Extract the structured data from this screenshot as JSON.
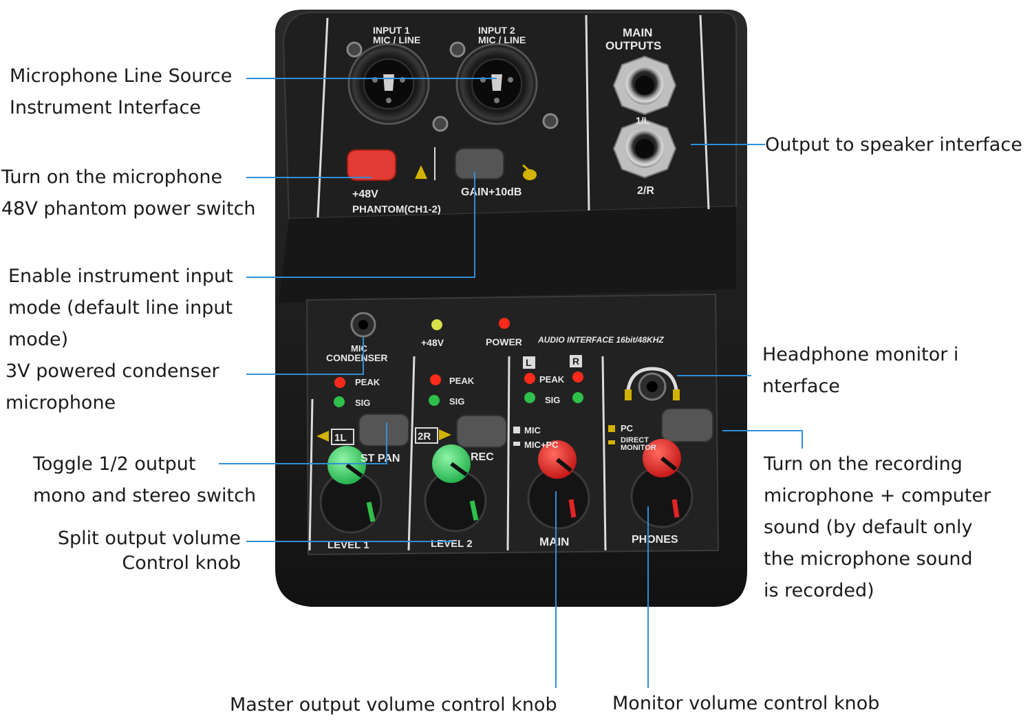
{
  "annotations": {
    "mic_line_source": [
      "Microphone Line Source",
      "Instrument Interface"
    ],
    "phantom_power": [
      "Turn on the microphone",
      "48V phantom power switch"
    ],
    "instrument_mode": [
      "Enable instrument input",
      "mode (default line input",
      "mode)"
    ],
    "condenser_mic": [
      "3V powered condenser",
      "microphone"
    ],
    "mono_stereo": [
      "Toggle 1/2 output",
      "mono and stereo switch"
    ],
    "split_volume": [
      "Split output volume",
      "Control knob"
    ],
    "speaker_output": [
      "Output to speaker interface"
    ],
    "headphone_monitor": [
      "Headphone monitor i",
      "nterface"
    ],
    "recording_switch": [
      "Turn on the recording",
      "microphone + computer",
      "sound (by default only",
      "the microphone sound",
      "is recorded)"
    ],
    "master_volume": [
      "Master output volume control knob"
    ],
    "monitor_volume": [
      "Monitor volume control knob"
    ]
  },
  "device": {
    "input1": [
      "INPUT 1",
      "MIC / LINE"
    ],
    "input2": [
      "INPUT 2",
      "MIC / LINE"
    ],
    "main_outputs": [
      "MAIN",
      "OUTPUTS"
    ],
    "out_1l": "1/L",
    "out_2r": "2/R",
    "plus48v": "+48V",
    "phantom": "PHANTOM(CH1-2)",
    "gain": "GAIN+10dB",
    "mic_condenser": [
      "MIC",
      "CONDENSER"
    ],
    "led_48v": "+48V",
    "led_power": "POWER",
    "model": "AUDIO INTERFACE  16bit/48KHZ",
    "peak": "PEAK",
    "sig": "SIG",
    "ch_l": "L",
    "ch_r": "R",
    "tag_1l": "1L",
    "tag_2r": "2R",
    "st_pan": "ST PAN",
    "rec": "REC",
    "mic": "MIC",
    "mic_pc": "MIC+PC",
    "pc": "PC",
    "direct_monitor": [
      "DIRECT",
      "MONITOR"
    ],
    "level1": "LEVEL 1",
    "level2": "LEVEL 2",
    "main": "MAIN",
    "phones": "PHONES"
  },
  "colors": {
    "leader_line": "#2f8fd6",
    "body": "#1c1c1c",
    "panel": "#232323",
    "phantom_button": "#e23b33",
    "knob_green": "#3fd36b",
    "knob_red": "#e02424",
    "led_red": "#ff2a1a",
    "led_green": "#2ec04a",
    "led_yellow": "#d8e04a"
  }
}
